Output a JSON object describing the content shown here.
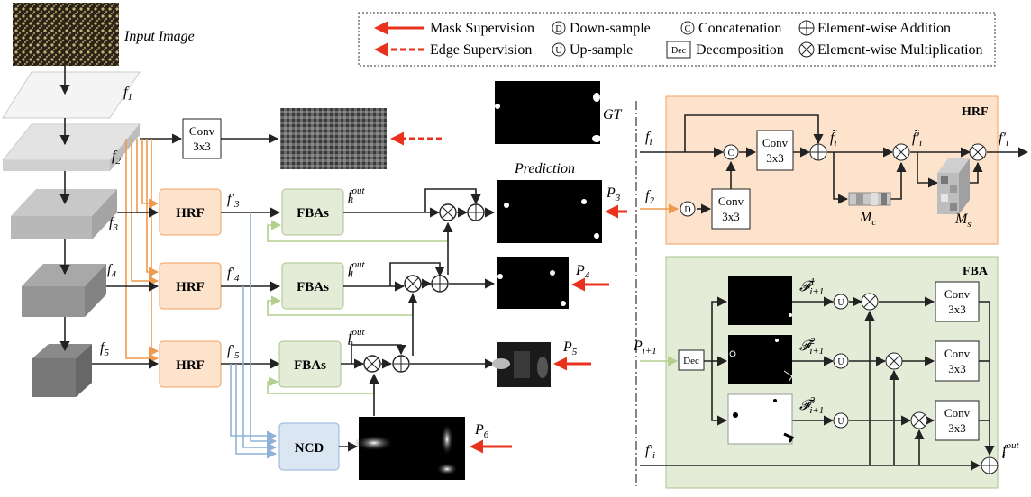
{
  "legend": {
    "mask_supervision": "Mask Supervision",
    "edge_supervision": "Edge Supervision",
    "down_sample": "Down-sample",
    "down_glyph": "D",
    "up_sample": "Up-sample",
    "up_glyph": "U",
    "concatenation": "Concatenation",
    "concat_glyph": "C",
    "decomposition": "Decomposition",
    "dec_glyph": "Dec",
    "element_add": "Element-wise Addition",
    "element_mul": "Element-wise Multiplication"
  },
  "left": {
    "input_image": "Input Image",
    "conv_line1": "Conv",
    "conv_line2": "3x3",
    "f1": "f",
    "f1_sub": "1",
    "f2": "f",
    "f2_sub": "2",
    "f3": "f",
    "f3_sub": "3",
    "f4": "f",
    "f4_sub": "4",
    "f5": "f",
    "f5_sub": "5",
    "hrf": "HRF",
    "fbas": "FBAs",
    "ncd": "NCD",
    "f3p": "f′",
    "f3p_sub": "3",
    "f4p": "f′",
    "f4p_sub": "4",
    "f5p": "f′",
    "f5p_sub": "5",
    "fout": "f",
    "out_sup": "out",
    "f3out_sub": "3",
    "f4out_sub": "4",
    "f5out_sub": "5",
    "gt": "GT",
    "prediction": "Prediction",
    "p": "P",
    "p3_sub": "3",
    "p4_sub": "4",
    "p5_sub": "5",
    "p6_sub": "6"
  },
  "hrf_panel": {
    "title": "HRF",
    "fi": "f",
    "fi_sub": "i",
    "f2": "f",
    "f2_sub": "2",
    "conv_line1": "Conv",
    "conv_line2": "3x3",
    "ftilde": "f̃",
    "ftilde_sub": "i",
    "ftildep": "f̃′",
    "ftildep_sub": "i",
    "fip": "f′",
    "fip_sub": "i",
    "mc": "M",
    "mc_sub": "c",
    "ms": "M",
    "ms_sub": "s"
  },
  "fba_panel": {
    "title": "FBA",
    "pin": "P",
    "pin_sub": "i+1",
    "dec": "Dec",
    "fcal": "𝓕",
    "f1_sup": "1",
    "f2_sup": "2",
    "f3_sup": "3",
    "f_sub": "i+1",
    "conv_line1": "Conv",
    "conv_line2": "3x3",
    "fip": "f′",
    "fip_sub": "i",
    "fout": "f",
    "fout_sup": "out",
    "fout_sub": "i"
  },
  "colors": {
    "red": "#e8321e",
    "orange_fill": "#fde3cc",
    "orange_stroke": "#f0a060",
    "green_fill": "#e4ecd8",
    "green_stroke": "#a9c48a",
    "blue_fill": "#dbe6f3",
    "blue_stroke": "#93b3d9",
    "orange_line": "#ee9a4e",
    "blue_line": "#8fb0d8",
    "green_line": "#b3cf8e"
  }
}
